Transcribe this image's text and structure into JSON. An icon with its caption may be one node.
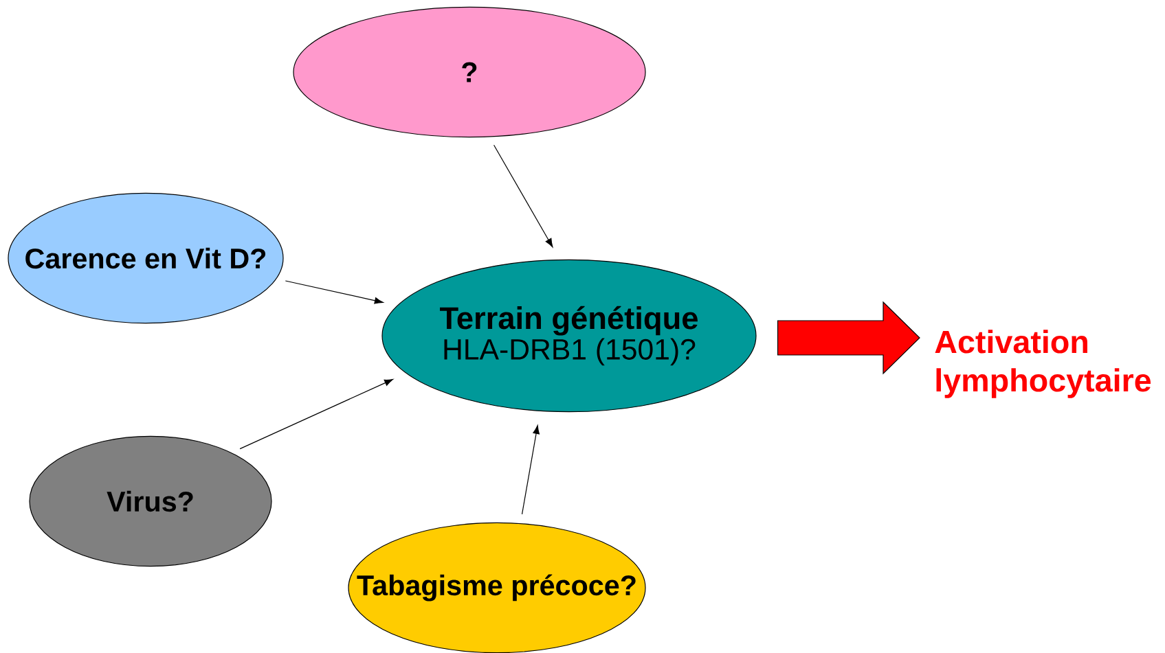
{
  "diagram": {
    "nodes": [
      {
        "text": [
          "?"
        ]
      },
      {
        "text": [
          "Carence en Vit D?"
        ]
      },
      {
        "text": [
          "Terrain génétique",
          "HLA-DRB1 (1501)?"
        ]
      },
      {
        "text": [
          "Activation lymphocytaire"
        ]
      },
      {
        "text": [
          "Virus?"
        ]
      },
      {
        "text": [
          "Tabagisme précoce?"
        ]
      }
    ],
    "edges": [
      {
        "from": 0,
        "to": 2,
        "arrow": "to"
      },
      {
        "from": 1,
        "to": 2,
        "arrow": "to"
      },
      {
        "from": 4,
        "to": 2,
        "arrow": "to"
      },
      {
        "from": 5,
        "to": 2,
        "arrow": "to"
      },
      {
        "from": 2,
        "to": 3,
        "arrow": "to",
        "style": "thick",
        "color": "#ff0000"
      }
    ]
  }
}
